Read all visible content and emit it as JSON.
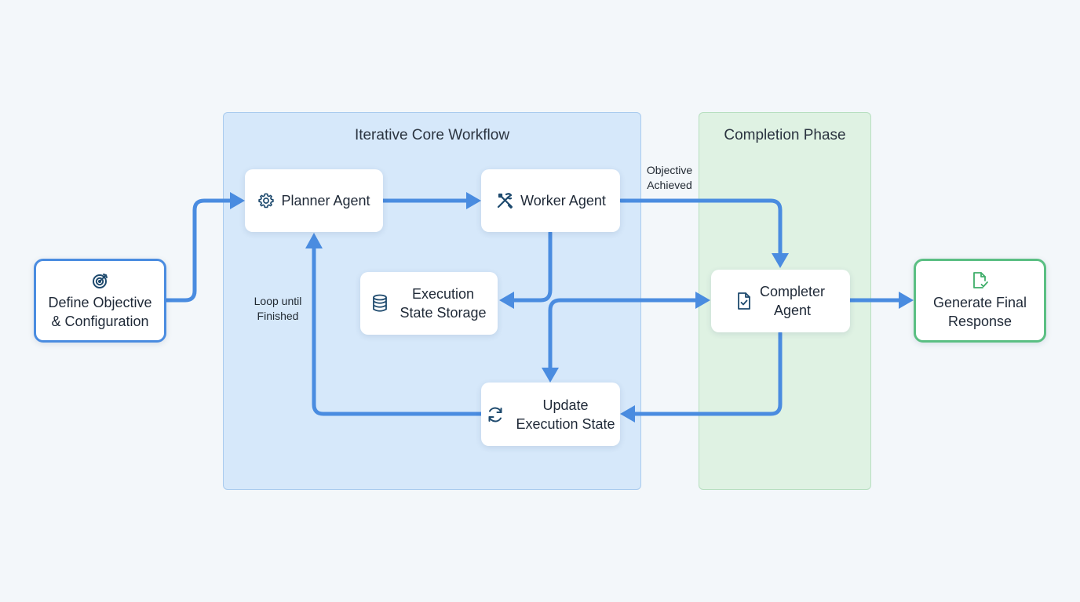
{
  "regions": {
    "core": {
      "title": "Iterative Core Workflow"
    },
    "completion": {
      "title": "Completion Phase"
    }
  },
  "nodes": {
    "define": {
      "line1": "Define Objective",
      "line2": "& Configuration",
      "icon": "target-icon"
    },
    "planner": {
      "label": "Planner Agent",
      "icon": "gear-icon"
    },
    "worker": {
      "label": "Worker Agent",
      "icon": "tools-icon"
    },
    "storage": {
      "line1": "Execution",
      "line2": "State Storage",
      "icon": "database-icon"
    },
    "update": {
      "line1": "Update",
      "line2": "Execution State",
      "icon": "refresh-icon"
    },
    "completer": {
      "line1": "Completer",
      "line2": "Agent",
      "icon": "document-check-icon"
    },
    "final": {
      "line1": "Generate Final",
      "line2": "Response",
      "icon": "file-check-icon"
    }
  },
  "annotations": {
    "objective_achieved": {
      "line1": "Objective",
      "line2": "Achieved"
    },
    "loop": {
      "line1": "Loop until",
      "line2": "Finished"
    }
  },
  "colors": {
    "background": "#f3f7fa",
    "core_region": "#d6e8fa",
    "completion_region": "#dff2e3",
    "arrow": "#4a8ce0",
    "outline_blue": "#4a8ce0",
    "outline_green": "#5bbf83",
    "icon_dark": "#1e4a6e",
    "icon_green": "#3fae6a"
  }
}
